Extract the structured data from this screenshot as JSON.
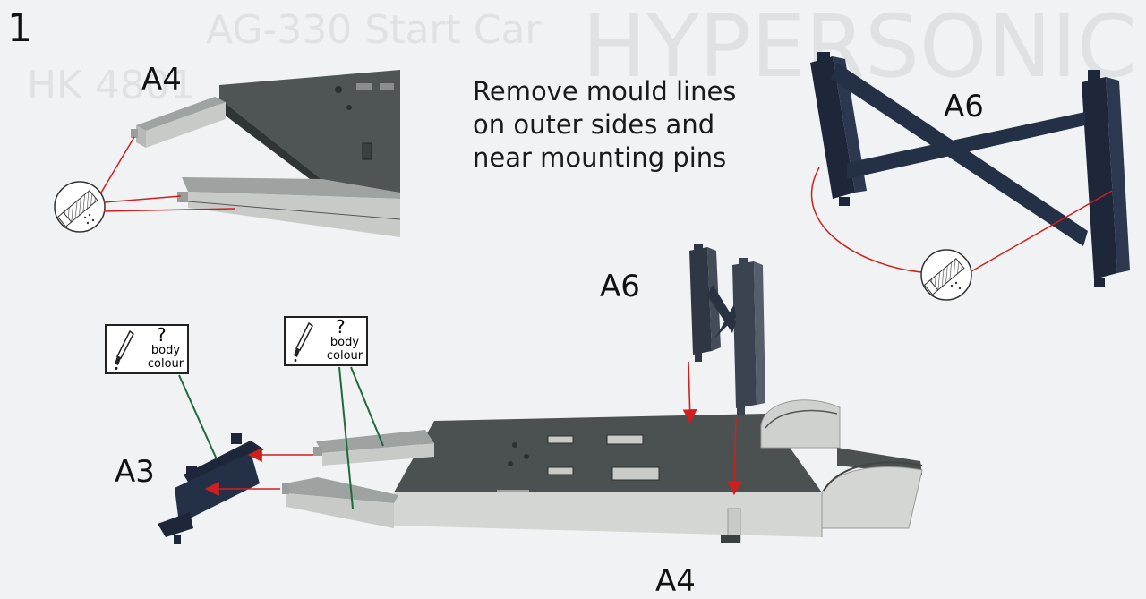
{
  "step_number": "1",
  "instruction": "Remove mould lines on outer sides and near mounting pins",
  "background_watermark": {
    "lines": [
      "HYPERSONIC",
      "AG-330 Start Car",
      "HK 4801"
    ]
  },
  "part_labels": {
    "top_left_detail": "A4",
    "top_right_detail": "A6",
    "upright": "A6",
    "front_bar": "A3",
    "chassis": "A4"
  },
  "paint_callouts": [
    {
      "symbol": "?",
      "text": "body colour"
    },
    {
      "symbol": "?",
      "text": "body colour"
    }
  ],
  "icons": {
    "file": "file-tool-icon",
    "paint": "paintbrush-icon"
  },
  "colors": {
    "dark_part": "#1f2a3c",
    "grey_part_top": "#4a5150",
    "grey_part_side": "#c9cbc9",
    "red_arrow": "#d11f1f",
    "green_leader": "#1d6b3a"
  }
}
